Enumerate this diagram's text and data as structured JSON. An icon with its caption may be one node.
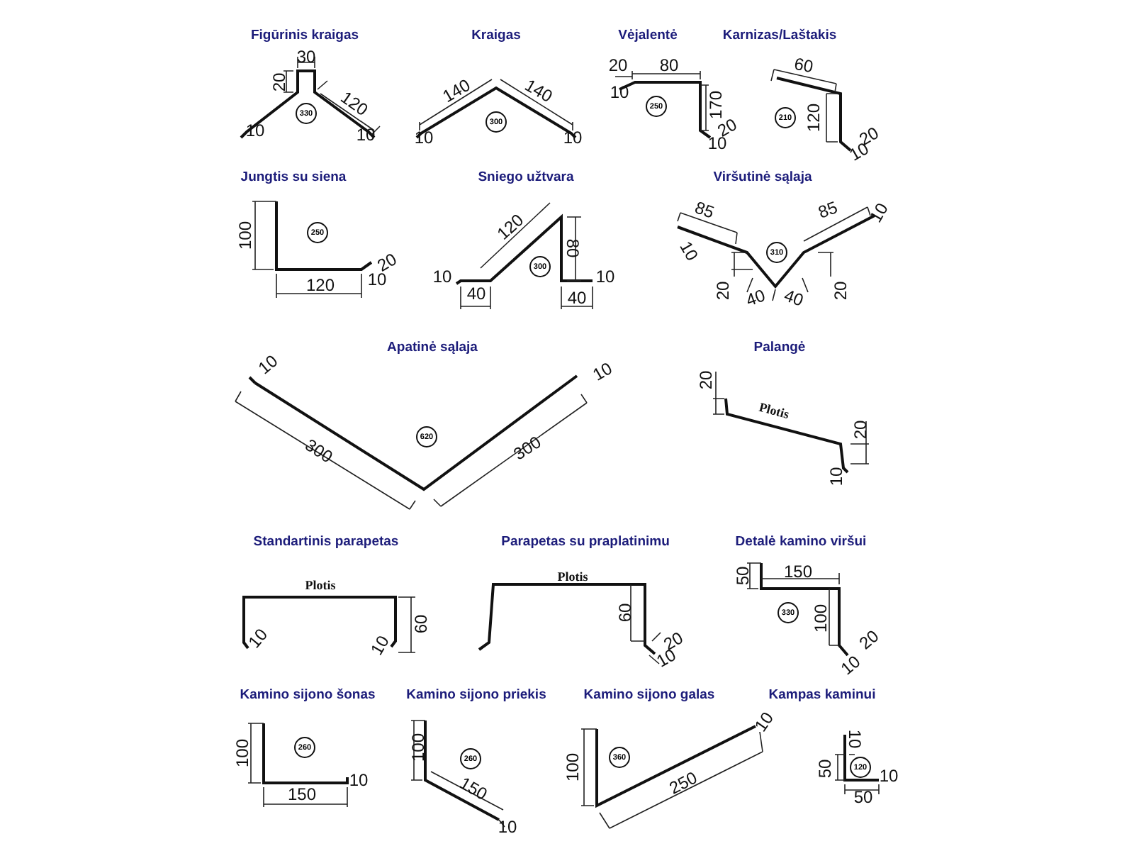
{
  "diagram": {
    "labels": [
      "Figūrinis kraigas",
      "30",
      "20",
      "120",
      "10",
      "10",
      "330",
      "Kraigas",
      "140",
      "140",
      "10",
      "10",
      "300",
      "Vėjalentė",
      "20",
      "80",
      "10",
      "170",
      "20",
      "10",
      "250",
      "Karnizas/Laštakis",
      "60",
      "120",
      "20",
      "10",
      "210",
      "Jungtis su siena",
      "100",
      "120",
      "20",
      "10",
      "250",
      "Sniego užtvara",
      "10",
      "40",
      "120",
      "80",
      "40",
      "10",
      "300",
      "Viršutinė sąlaja",
      "10",
      "85",
      "85",
      "10",
      "20",
      "40",
      "40",
      "20",
      "310",
      "Apatinė sąlaja",
      "10",
      "300",
      "10",
      "300",
      "620",
      "Palangė",
      "20",
      "Plotis",
      "20",
      "10",
      "Standartinis parapetas",
      "Plotis",
      "10",
      "10",
      "60",
      "Parapetas su praplatinimu",
      "Plotis",
      "60",
      "20",
      "10",
      "Detalė kamino viršui",
      "50",
      "150",
      "100",
      "20",
      "10",
      "330",
      "Kamino sijono šonas",
      "100",
      "150",
      "10",
      "260",
      "Kamino sijono priekis",
      "100",
      "150",
      "10",
      "260",
      "Kamino sijono galas",
      "100",
      "250",
      "10",
      "360",
      "Kampas kaminui",
      "10",
      "50",
      "10",
      "50",
      "120"
    ]
  }
}
